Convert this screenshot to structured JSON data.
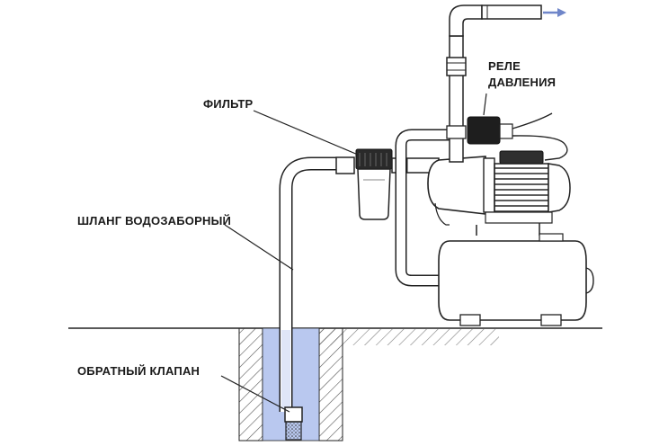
{
  "labels": {
    "filter": "ФИЛЬТР",
    "relay_line1": "РЕЛЕ",
    "relay_line2": "ДАВЛЕНИЯ",
    "hose": "ШЛАНГ  ВОДОЗАБОРНЫЙ",
    "check_valve": "ОБРАТНЫЙ КЛАПАН"
  },
  "colors": {
    "line": "#222222",
    "water": "#b9c8ef",
    "flow_arrow": "#6f86c9"
  }
}
